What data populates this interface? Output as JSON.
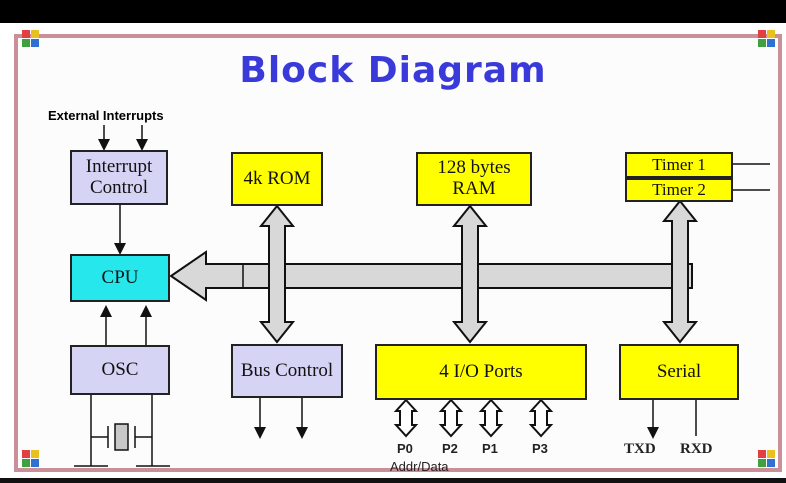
{
  "title": "Block Diagram",
  "external_interrupts_label": "External Interrupts",
  "blocks": {
    "interrupt_control": "Interrupt Control",
    "rom": "4k ROM",
    "ram": "128 bytes RAM",
    "timer1": "Timer 1",
    "timer2": "Timer 2",
    "cpu": "CPU",
    "osc": "OSC",
    "bus_control": "Bus Control",
    "io_ports": "4 I/O Ports",
    "serial": "Serial"
  },
  "ports": {
    "p0": "P0",
    "p2": "P2",
    "p1": "P1",
    "p3": "P3",
    "addr_data": "Addr/Data"
  },
  "serial_pins": {
    "txd": "TXD",
    "rxd": "RXD"
  },
  "colors": {
    "title": "#3a3adb",
    "lavender": "#d6d4f4",
    "yellow": "#ffff00",
    "cyan": "#26e8ec",
    "bus": "#d6d6d6",
    "frame": "#c9909a"
  }
}
